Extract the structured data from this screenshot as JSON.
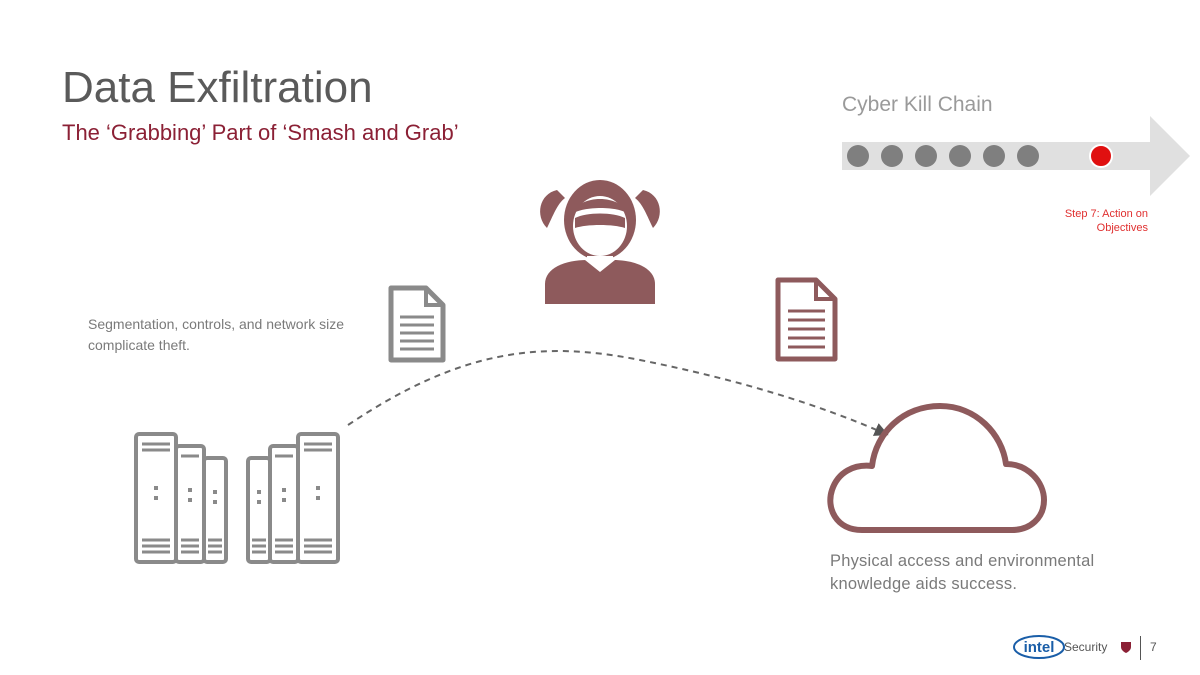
{
  "slide": {
    "title": "Data Exfiltration",
    "subtitle": "The ‘Grabbing’ Part of ‘Smash and Grab’",
    "page_number": "7"
  },
  "kill_chain": {
    "label": "Cyber Kill Chain",
    "completed_steps": 6,
    "current_step_label": "Step 7: Action on Objectives",
    "colors": {
      "arrow": "#e0e0e0",
      "dot": "#7f7f7f",
      "active_dot": "#e01010"
    }
  },
  "notes": {
    "left": "Segmentation, controls, and network size complicate theft.",
    "right": "Physical access and environmental knowledge aids success."
  },
  "footer": {
    "brand": "intel",
    "product": "Security"
  },
  "icons": {
    "attacker": "masked-woman-icon",
    "document_left": "document-icon",
    "document_right": "document-icon",
    "servers": "server-rack-icon",
    "cloud": "cloud-icon"
  },
  "colors": {
    "accent": "#8b2035",
    "icon_maroon": "#8e5a5c",
    "icon_gray": "#8a8a8a"
  }
}
